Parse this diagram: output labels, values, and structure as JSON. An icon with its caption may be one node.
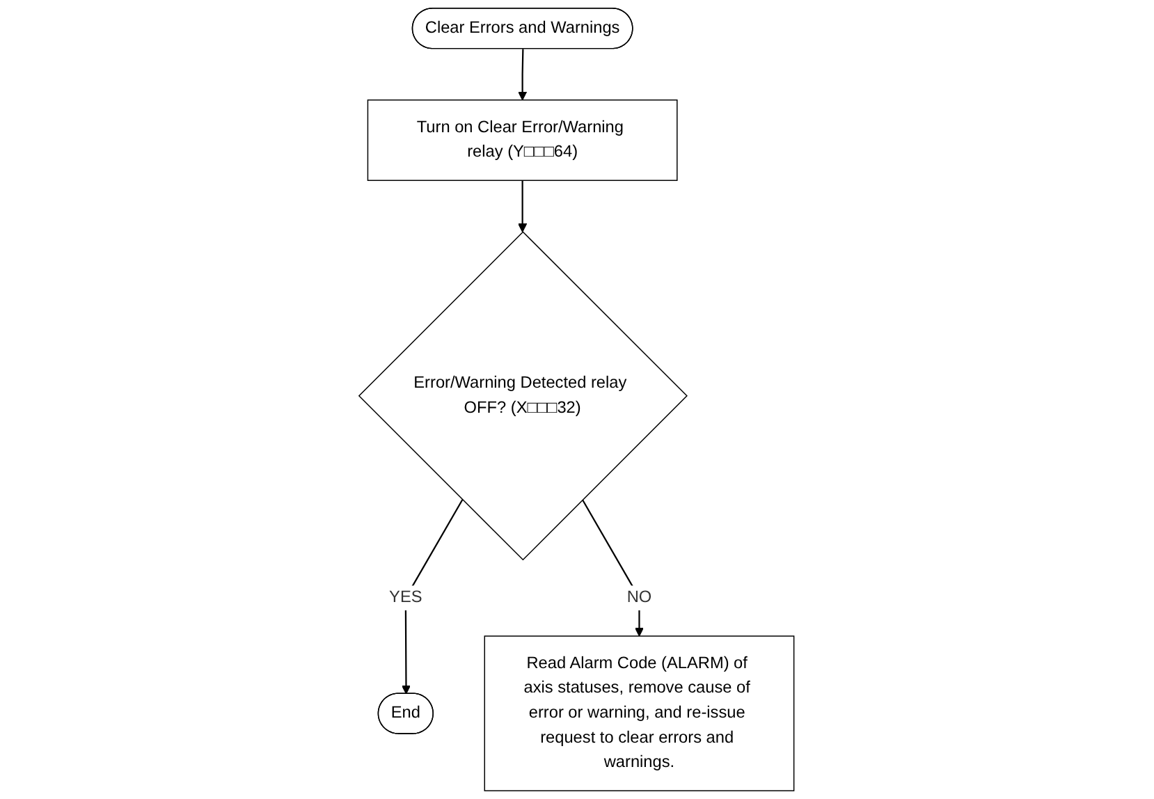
{
  "diagram": {
    "nodes": [
      {
        "text": [
          "Clear Errors and Warnings"
        ]
      },
      {
        "text": [
          "Turn on Clear Error/Warning relay (Y□□□64)"
        ]
      },
      {
        "text": [
          "Error/Warning Detected relay OFF? (X□□□32)"
        ]
      },
      {
        "text": [
          "End"
        ]
      },
      {
        "text": [
          "Read Alarm Code (ALARM) of axis statuses, remove cause of error or warning, and re-issue request to clear errors and warnings."
        ]
      }
    ],
    "edges": [
      {
        "from": 0,
        "to": 1,
        "arrow": "to"
      },
      {
        "from": 1,
        "to": 2,
        "arrow": "to"
      },
      {
        "from": 2,
        "to": 3,
        "arrow": "to",
        "label": "YES"
      },
      {
        "from": 2,
        "to": 4,
        "arrow": "to",
        "label": "NO"
      }
    ]
  }
}
